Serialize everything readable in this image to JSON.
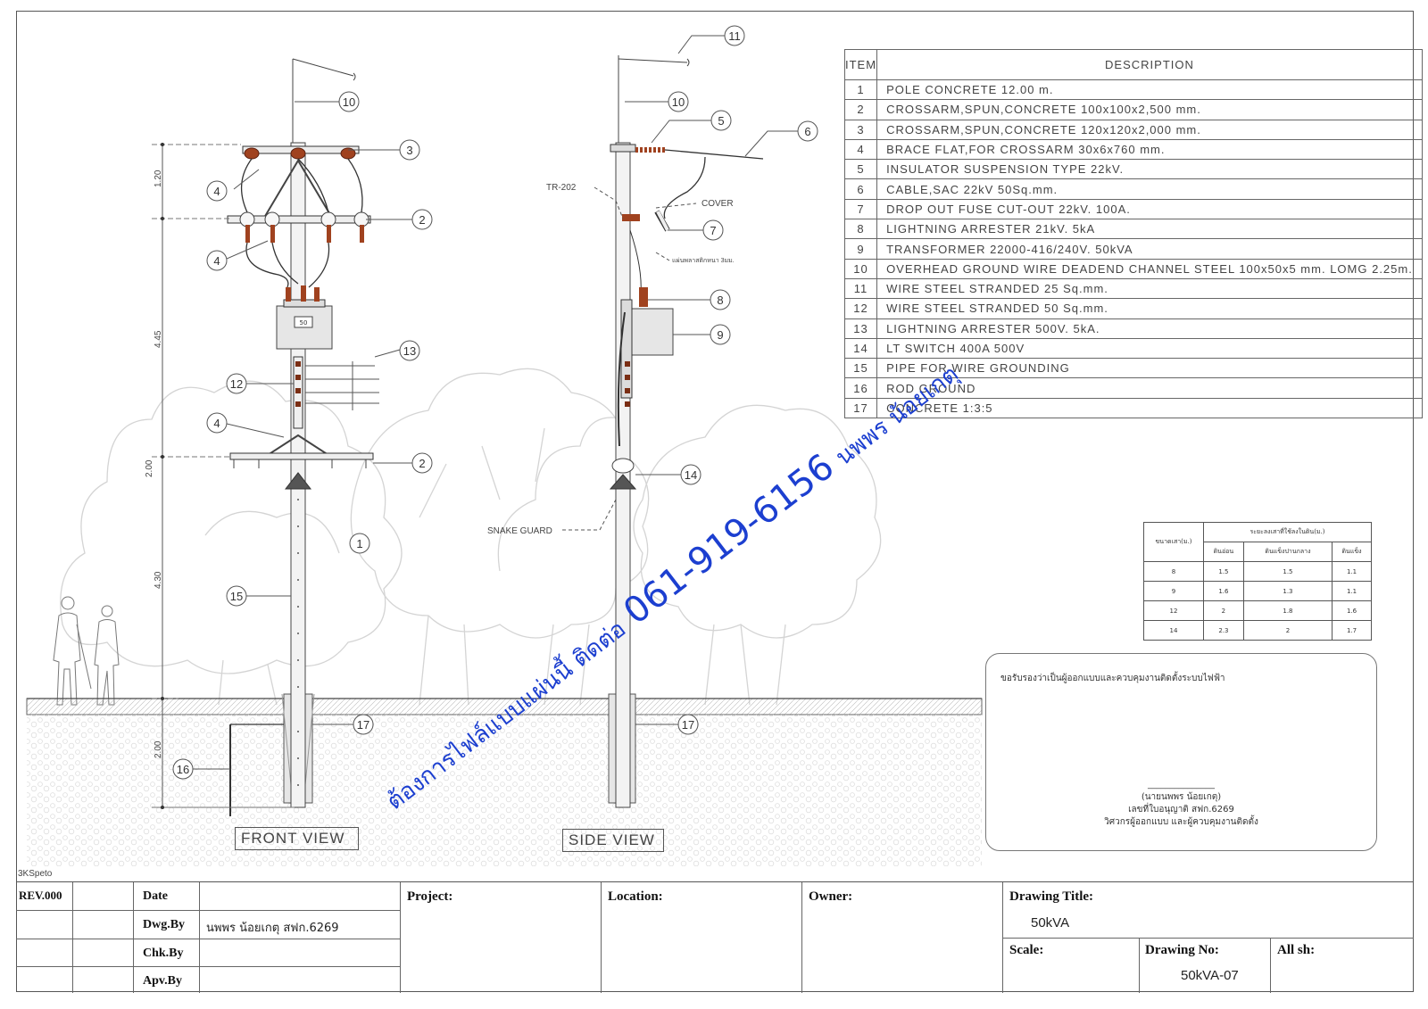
{
  "items_header": {
    "item": "ITEM",
    "description": "DESCRIPTION"
  },
  "items": [
    {
      "no": "1",
      "desc": "POLE CONCRETE 12.00 m."
    },
    {
      "no": "2",
      "desc": "CROSSARM,SPUN,CONCRETE 100x100x2,500 mm."
    },
    {
      "no": "3",
      "desc": "CROSSARM,SPUN,CONCRETE 120x120x2,000 mm."
    },
    {
      "no": "4",
      "desc": "BRACE FLAT,FOR CROSSARM 30x6x760 mm."
    },
    {
      "no": "5",
      "desc": "INSULATOR SUSPENSION TYPE 22kV."
    },
    {
      "no": "6",
      "desc": "CABLE,SAC 22kV 50Sq.mm."
    },
    {
      "no": "7",
      "desc": "DROP OUT FUSE CUT-OUT 22kV. 100A."
    },
    {
      "no": "8",
      "desc": "LIGHTNING ARRESTER 21kV. 5kA"
    },
    {
      "no": "9",
      "desc": "TRANSFORMER 22000-416/240V. 50kVA"
    },
    {
      "no": "10",
      "desc": "OVERHEAD GROUND WIRE DEADEND CHANNEL STEEL 100x50x5 mm. LOMG 2.25m."
    },
    {
      "no": "11",
      "desc": "WIRE STEEL STRANDED 25 Sq.mm."
    },
    {
      "no": "12",
      "desc": "WIRE STEEL STRANDED 50 Sq.mm."
    },
    {
      "no": "13",
      "desc": "LIGHTNING ARRESTER 500V. 5kA."
    },
    {
      "no": "14",
      "desc": "LT SWITCH 400A 500V"
    },
    {
      "no": "15",
      "desc": "PIPE FOR WIRE GROUNDING"
    },
    {
      "no": "16",
      "desc": "ROD GROUND"
    },
    {
      "no": "17",
      "desc": "CONCRETE 1:3:5"
    }
  ],
  "views": {
    "front": "FRONT VIEW",
    "side": "SIDE VIEW"
  },
  "dimensions": {
    "d1": "1.20",
    "d2": "4.45",
    "d3": "2.00",
    "d4": "4.30",
    "d5": "2.00"
  },
  "callouts": {
    "tr": "TR-202",
    "cover": "COVER",
    "snake": "SNAKE GUARD",
    "plate": "แผ่นพลาสติกหนา 3มม.",
    "xf_label": "50"
  },
  "soil_table": {
    "col1": "ขนาดเสา(ม.)",
    "group": "ระยะลงเสาที่ใช้ลงในดิน(ม.)",
    "cols": [
      "ดินอ่อน",
      "ดินแข็งปานกลาง",
      "ดินแข็ง"
    ],
    "rows": [
      [
        "8",
        "1.5",
        "1.5",
        "1.1"
      ],
      [
        "9",
        "1.6",
        "1.3",
        "1.1"
      ],
      [
        "12",
        "2",
        "1.8",
        "1.6"
      ],
      [
        "14",
        "2.3",
        "2",
        "1.7"
      ]
    ]
  },
  "certification": {
    "statement": "ขอรับรองว่าเป็นผู้ออกแบบและควบคุมงานติดตั้งระบบไฟฟ้า",
    "dashes": "_______________",
    "name": "(นายนพพร น้อยเกตุ)",
    "license": "เลขที่ใบอนุญาติ  สฟก.6269",
    "role": "วิศวกรผู้ออกแบบ และผู้ควบคุมงานติดตั้ง"
  },
  "corner_note": "3KSpeto",
  "title_block": {
    "rev": "REV.000",
    "date_label": "Date",
    "dwg_by_label": "Dwg.By",
    "dwg_by_value": "นพพร น้อยเกตุ สฟก.6269",
    "chk_by_label": "Chk.By",
    "apv_by_label": "Apv.By",
    "project_label": "Project:",
    "location_label": "Location:",
    "owner_label": "Owner:",
    "drawing_title_label": "Drawing Title:",
    "drawing_title_value": "50kVA",
    "scale_label": "Scale:",
    "drawing_no_label": "Drawing No:",
    "drawing_no_value": "50kVA-07",
    "all_sh_label": "All sh:"
  },
  "watermark": {
    "part1": "ต้องการไฟล์แบบแผ่นนี้ ติดต่อ",
    "phone": "061-919-6156",
    "name": "นพพร น้อยเกตุ",
    "color": "#1c3fd0"
  }
}
